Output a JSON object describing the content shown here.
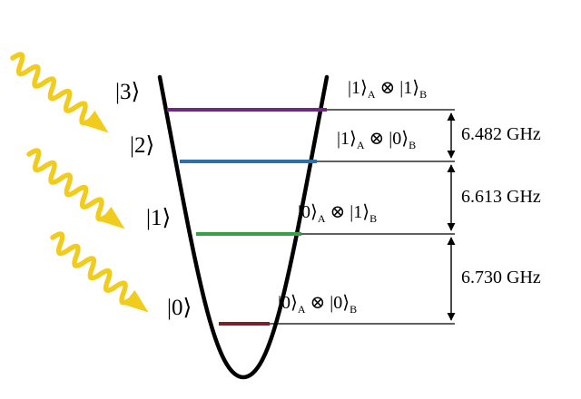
{
  "diagram_title": "qubit-energy-levels-in-potential-well",
  "photons": {
    "color": "#F2CC1D",
    "name": "microwave-photon-arrow",
    "count": 3
  },
  "well": {
    "stroke": "#000000"
  },
  "levels": [
    {
      "ket": "|3⟩",
      "pa": "|1⟩",
      "sa": "A",
      "op": "⊗",
      "pb": "|1⟩",
      "sb": "B",
      "color": "#6E2A7E"
    },
    {
      "ket": "|2⟩",
      "pa": "|1⟩",
      "sa": "A",
      "op": "⊗",
      "pb": "|0⟩",
      "sb": "B",
      "color": "#2E6FA5"
    },
    {
      "ket": "|1⟩",
      "pa": "|0⟩",
      "sa": "A",
      "op": "⊗",
      "pb": "|1⟩",
      "sb": "B",
      "color": "#37A046"
    },
    {
      "ket": "|0⟩",
      "pa": "|0⟩",
      "sa": "A",
      "op": "⊗",
      "pb": "|0⟩",
      "sb": "B",
      "color": "#7A212C"
    }
  ],
  "transitions": [
    {
      "label": "6.482 GHz"
    },
    {
      "label": "6.613 GHz"
    },
    {
      "label": "6.730 GHz"
    }
  ]
}
